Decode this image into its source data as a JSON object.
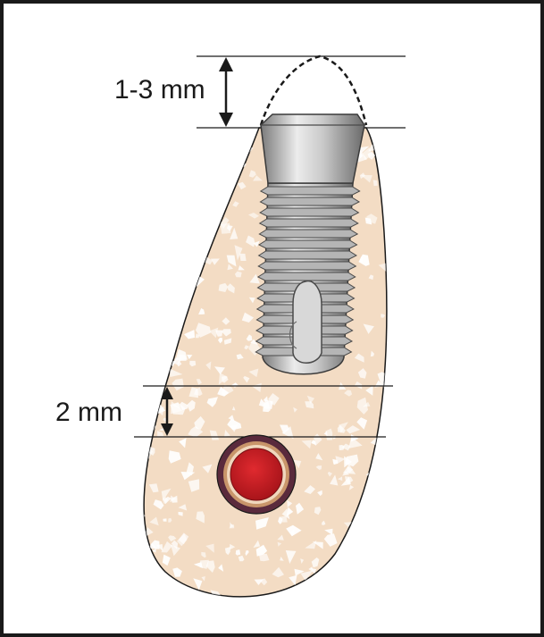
{
  "labels": {
    "crest_dimension": "1-3 mm",
    "canal_clearance": "2 mm"
  },
  "colors": {
    "frame": "#1a1a1a",
    "bone_fill": "#f3dcc4",
    "trabecular_fill": "#ffffff",
    "implant_light": "#e8e8e8",
    "implant_mid": "#a8a8a8",
    "implant_dark": "#6e6e6e",
    "nerve_outer": "#5a2a3c",
    "nerve_ring": "#c8956a",
    "nerve_core": "#d11f25"
  },
  "icons": {
    "crest_arrow": "double-headed-arrow-vertical",
    "canal_arrow": "double-headed-arrow-vertical"
  }
}
